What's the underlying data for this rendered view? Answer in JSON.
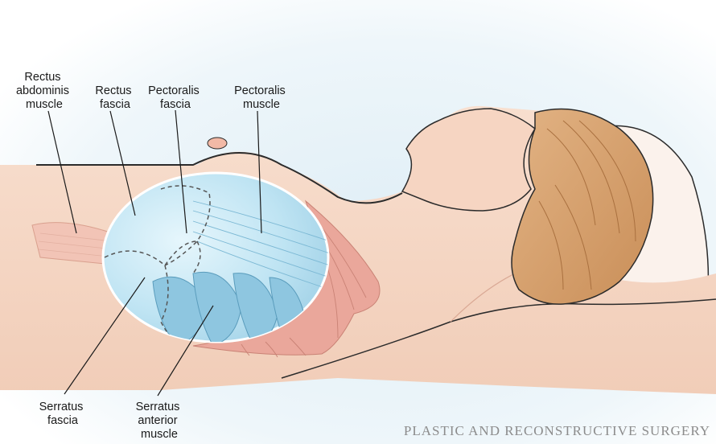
{
  "labels": {
    "rectus_abdominis_muscle": [
      "Rectus",
      "abdominis",
      "muscle"
    ],
    "rectus_fascia": [
      "Rectus",
      "fascia"
    ],
    "pectoralis_fascia": [
      "Pectoralis",
      "fascia"
    ],
    "pectoralis_muscle": [
      "Pectoralis",
      "muscle"
    ],
    "serratus_fascia": [
      "Serratus",
      "fascia"
    ],
    "serratus_anterior_muscle": [
      "Serratus",
      "anterior",
      "muscle"
    ]
  },
  "journal_watermark": "PLASTIC AND RECONSTRUCTIVE SURGERY",
  "colors": {
    "skin": "#f6d9c7",
    "skin_shadow": "#efc9b3",
    "muscle_red": "#e9a89e",
    "muscle_blue": "#9fd0e6",
    "fascia_blue": "#c2e6f4",
    "hair": "#d8a673",
    "background_glow": "#dfeef6",
    "outline": "#2b2b2b",
    "label_text": "#1a1a1a",
    "watermark_text": "#8c8c8c"
  }
}
